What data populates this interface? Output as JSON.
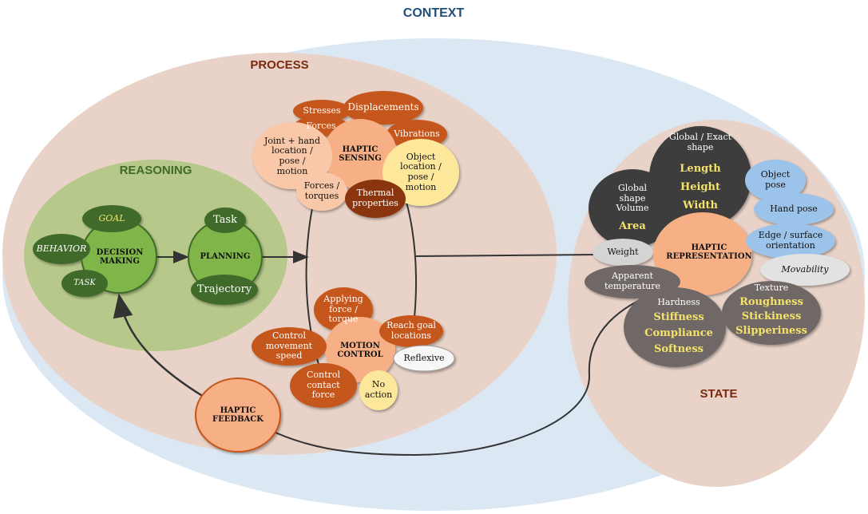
{
  "regions": {
    "context": "CONTEXT",
    "process": "PROCESS",
    "reasoning": "REASONING",
    "state": "STATE"
  },
  "reasoning_nodes": {
    "goal": "GOAL",
    "behavior": "BEHAVIOR",
    "task_small": "TASK",
    "decision_making": "DECISION\nMAKING",
    "planning": "PLANNING",
    "task": "Task",
    "trajectory": "Trajectory"
  },
  "haptic_sensing": {
    "center": "HAPTIC\nSENSING",
    "stresses": "Stresses",
    "forces": "Forces",
    "displacements": "Displacements",
    "vibrations": "Vibrations",
    "joint_hand": "Joint + hand\nlocation /\npose /\nmotion",
    "object_location": "Object\nlocation /\npose /\nmotion",
    "forces_torques": "Forces /\ntorques",
    "thermal": "Thermal\nproperties"
  },
  "motion_control": {
    "center": "MOTION\nCONTROL",
    "applying_force": "Applying\nforce /\ntorque",
    "reach_goal": "Reach goal\nlocations",
    "control_speed": "Control\nmovement\nspeed",
    "reflexive": "Reflexive",
    "control_force": "Control\ncontact\nforce",
    "no_action": "No\naction"
  },
  "haptic_feedback": "HAPTIC\nFEEDBACK",
  "state_nodes": {
    "representation": "HAPTIC\nREPRESENTATION",
    "global_exact": "Global / Exact\nshape",
    "length": "Length",
    "height": "Height",
    "width": "Width",
    "global_shape": "Global\nshape\nVolume",
    "area": "Area",
    "object_pose": "Object\npose",
    "hand_pose": "Hand pose",
    "edge_surface": "Edge / surface\norientation",
    "weight": "Weight",
    "movability": "Movability",
    "apparent_temp": "Apparent\ntemperature",
    "hardness": "Hardness",
    "stiffness": "Stiffness",
    "compliance": "Compliance",
    "softness": "Softness",
    "texture": "Texture",
    "roughness": "Roughness",
    "stickiness": "Stickiness",
    "slipperiness": "Slipperiness"
  },
  "colors": {
    "context_fill": "#dbe8f4",
    "region_fill": "#e9d3c8",
    "reasoning_fill": "#b6c98a",
    "green_light": "#7fb548",
    "green_dark": "#3f6a2b",
    "orange_dark": "#c5561a",
    "orange_light": "#f7b086",
    "brown": "#8a3410",
    "yellow_light": "#fde79b",
    "gray_dark": "#3d3d3d",
    "gray_mid": "#6f6866",
    "blue_light": "#9cc3ea",
    "accent_text": "#f4e26a"
  }
}
